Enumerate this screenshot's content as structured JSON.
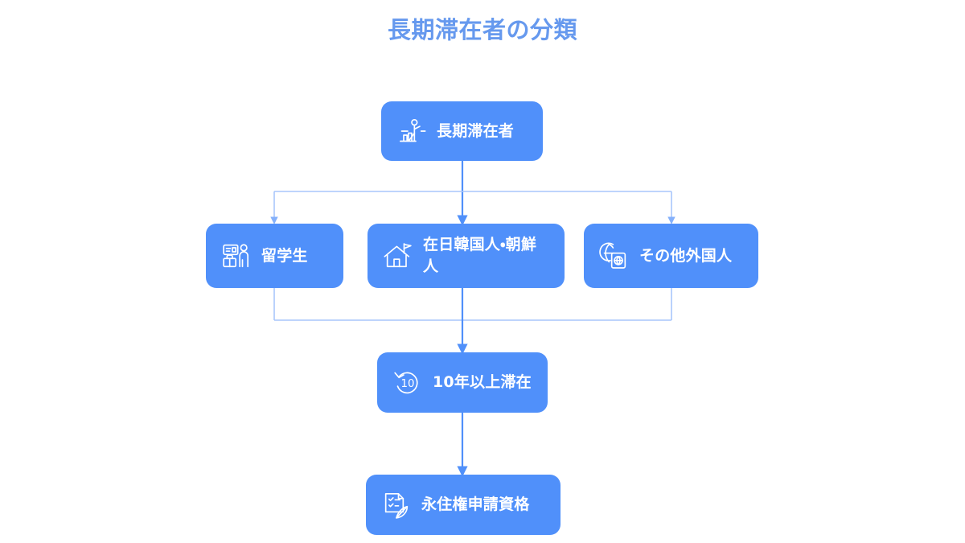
{
  "page": {
    "title": "長期滞在者の分類",
    "background_color": "#ffffff",
    "title_color": "#6699ee"
  },
  "theme": {
    "node_fill": "#5090fa",
    "node_text": "#ffffff",
    "edge_primary": "#5090fa",
    "edge_secondary": "#a8c6fb"
  },
  "diagram": {
    "type": "flowchart",
    "nodes": [
      {
        "id": "root",
        "label": "長期滞在者",
        "icon": "person-chart-icon",
        "level": 0
      },
      {
        "id": "student",
        "label": "留学生",
        "icon": "id-card-person-luggage-icon",
        "level": 1
      },
      {
        "id": "korean",
        "label": "在日韓国人・朝鮮人",
        "icon": "house-flag-icon",
        "level": 1
      },
      {
        "id": "other",
        "label": "その他外国人",
        "icon": "globe-passport-icon",
        "level": 1
      },
      {
        "id": "tenyears",
        "label": "10年以上滞在",
        "icon": "clock-10-arrow-icon",
        "level": 2
      },
      {
        "id": "eligible",
        "label": "永住権申請資格",
        "icon": "document-feather-icon",
        "level": 3
      }
    ],
    "edges": [
      {
        "from": "root",
        "to": "student",
        "style": "elbow"
      },
      {
        "from": "root",
        "to": "korean",
        "style": "straight"
      },
      {
        "from": "root",
        "to": "other",
        "style": "elbow"
      },
      {
        "from": "student",
        "to": "tenyears",
        "style": "elbow"
      },
      {
        "from": "korean",
        "to": "tenyears",
        "style": "straight"
      },
      {
        "from": "other",
        "to": "tenyears",
        "style": "elbow"
      },
      {
        "from": "tenyears",
        "to": "eligible",
        "style": "straight"
      }
    ]
  }
}
